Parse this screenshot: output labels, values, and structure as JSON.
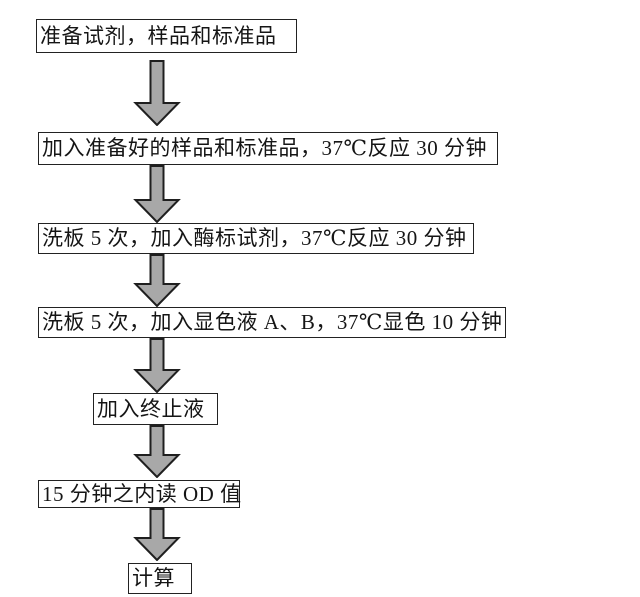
{
  "flowchart": {
    "title": "ELISA assay procedure flowchart",
    "colors": {
      "background": "#ffffff",
      "box_fill": "#ffffff",
      "box_border": "#222222",
      "arrow_fill": "#a8a8a8",
      "arrow_outline": "#1f1f1f",
      "text": "#151515"
    },
    "steps": [
      {
        "label": "准备试剂，样品和标准品"
      },
      {
        "label": "加入准备好的样品和标准品，37℃反应 30 分钟"
      },
      {
        "label": "洗板 5 次，加入酶标试剂，37℃反应 30 分钟"
      },
      {
        "label": "洗板 5 次，加入显色液 A、B，37℃显色 10 分钟"
      },
      {
        "label": "加入终止液"
      },
      {
        "label": "15 分钟之内读 OD 值"
      },
      {
        "label": "计算"
      }
    ],
    "connector": "down-block-arrow",
    "connector_count": 6
  }
}
